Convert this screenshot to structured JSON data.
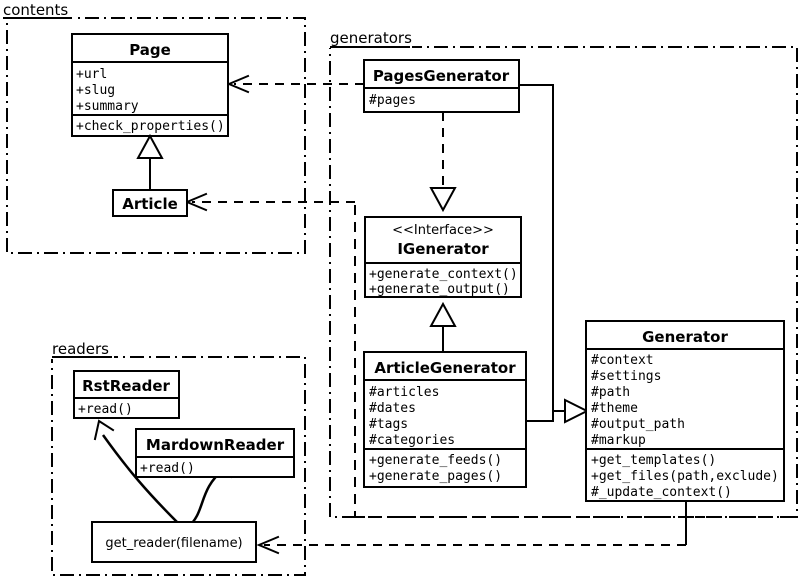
{
  "diagram": {
    "type": "uml-class-diagram",
    "packages": [
      {
        "id": "contents",
        "label": "contents"
      },
      {
        "id": "generators",
        "label": "generators"
      },
      {
        "id": "readers",
        "label": "readers"
      }
    ],
    "classes": [
      {
        "id": "page",
        "name": "Page",
        "stereotype": "",
        "package": "contents",
        "attributes": [
          "+url",
          "+slug",
          "+summary"
        ],
        "methods": [
          "+check_properties()"
        ]
      },
      {
        "id": "article",
        "name": "Article",
        "stereotype": "",
        "package": "contents",
        "attributes": [],
        "methods": []
      },
      {
        "id": "pagesgenerator",
        "name": "PagesGenerator",
        "stereotype": "",
        "package": "generators",
        "attributes": [
          "#pages"
        ],
        "methods": []
      },
      {
        "id": "igenerator",
        "name": "IGenerator",
        "stereotype": "<<Interface>>",
        "package": "generators",
        "attributes": [],
        "methods": [
          "+generate_context()",
          "+generate_output()"
        ]
      },
      {
        "id": "articlegenerator",
        "name": "ArticleGenerator",
        "stereotype": "",
        "package": "generators",
        "attributes": [
          "#articles",
          "#dates",
          "#tags",
          "#categories"
        ],
        "methods": [
          "+generate_feeds()",
          "+generate_pages()"
        ]
      },
      {
        "id": "generator",
        "name": "Generator",
        "stereotype": "",
        "package": "generators",
        "attributes": [
          "#context",
          "#settings",
          "#path",
          "#theme",
          "#output_path",
          "#markup"
        ],
        "methods": [
          "+get_templates()",
          "+get_files(path,exclude)",
          "#_update_context()"
        ]
      },
      {
        "id": "rstreader",
        "name": "RstReader",
        "stereotype": "",
        "package": "readers",
        "attributes": [],
        "methods": [
          "+read()"
        ]
      },
      {
        "id": "mardownreader",
        "name": "MardownReader",
        "stereotype": "",
        "package": "readers",
        "attributes": [],
        "methods": [
          "+read()"
        ]
      }
    ],
    "functions": [
      {
        "id": "get_reader",
        "label": "get_reader(filename)",
        "package": "readers"
      }
    ],
    "relations": [
      {
        "from": "article",
        "to": "page",
        "kind": "generalization"
      },
      {
        "from": "pagesgenerator",
        "to": "igenerator",
        "kind": "realization"
      },
      {
        "from": "articlegenerator",
        "to": "igenerator",
        "kind": "generalization"
      },
      {
        "from": "pagesgenerator",
        "to": "generator",
        "kind": "generalization"
      },
      {
        "from": "articlegenerator",
        "to": "generator",
        "kind": "generalization"
      },
      {
        "from": "pagesgenerator",
        "to": "page",
        "kind": "dependency"
      },
      {
        "from": "articlegenerator",
        "to": "article",
        "kind": "dependency"
      },
      {
        "from": "generator",
        "to": "get_reader",
        "kind": "dependency"
      },
      {
        "from": "get_reader",
        "to": "rstreader",
        "kind": "creates"
      },
      {
        "from": "get_reader",
        "to": "mardownreader",
        "kind": "creates"
      }
    ],
    "colors": {
      "background": "#ffffff",
      "stroke": "#000000",
      "fill": "#ffffff"
    }
  }
}
